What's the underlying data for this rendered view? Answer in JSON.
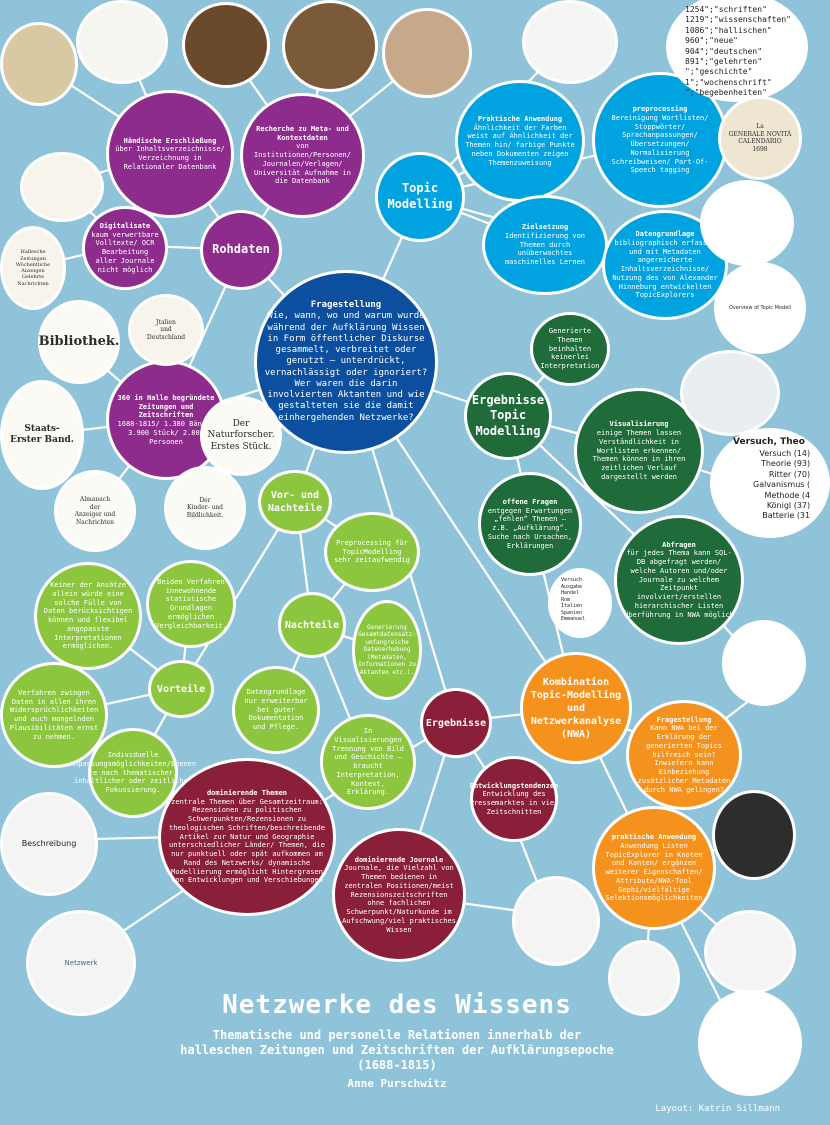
{
  "poster": {
    "title": "Netzwerke des Wissens",
    "subtitle": "Thematische und personelle Relationen innerhalb der\nhalleschen Zeitungen und Zeitschriften der Aufklärungsepoche\n(1688-1815)",
    "author": "Anne Purschwitz",
    "layout_credit": "Layout: Katrin Sillmann"
  },
  "colors": {
    "background": "#8fc3d9",
    "purple": "#8e2c8e",
    "blue": "#00a3e0",
    "navy": "#0b4f9e",
    "green": "#1f6b3a",
    "lime": "#8cc63f",
    "orange": "#f5921e",
    "maroon": "#8a1f3a"
  },
  "nodes": {
    "center": {
      "head": "Fragestellung",
      "body": "Wie, wann, wo und warum wurde während der Aufklärung Wissen in Form öffentlicher Diskurse gesammelt, verbreitet oder genutzt – unterdrückt, vernachlässigt oder ignoriert? Wer waren die darin involvierten Aktanten und wie gestalteten sie die damit einhergehenden Netzwerke?"
    },
    "rohdaten": {
      "label": "Rohdaten"
    },
    "erschliessung": {
      "head": "Händische Erschließung",
      "body": "über Inhaltsverzeichnisse/ Verzeichnung in Relationaler Datenbank"
    },
    "recherche": {
      "head": "Recherche zu Meta- und Kontextdaten",
      "body": "von Institutionen/Personen/ Journalen/Verlagen/ Universität Aufnahme in die Datenbank"
    },
    "digitalisate": {
      "head": "Digitalisate",
      "body": "kaum verwertbare Volltexte/ OCR Bearbeitung aller Journale nicht möglich"
    },
    "zeitungen": {
      "head": "360 in Halle begründete Zeitungen und Zeitschriften",
      "body": "1688-1815/ 1.380 Bände/ 3.900 Stück/ 2.800 Personen"
    },
    "topic": {
      "label": "Topic Modelling"
    },
    "praktische": {
      "head": "Praktische Anwendung",
      "body": "Ähnlichkeit der Farben weist auf Ähnlichkeit der Themen hin/ farbige Punkte neben Dokumenten zeigen Themenzuweisung"
    },
    "preprocessing": {
      "head": "preprocessing",
      "body": "Bereinigung Wortlisten/ Stoppwörter/ Sprachanpassungen/ Übersetzungen/ Normalisierung Schreibweisen/ Part-Of-Speech tagging"
    },
    "zielsetzung": {
      "head": "Zielsetzung",
      "body": "Identifizierung von Themen durch unüberwachtes maschinelles Lernen"
    },
    "datengrundlage": {
      "head": "Datengrundlage",
      "body": "bibliographisch erfasste und mit Metadaten angereicherte Inhaltsverzeichnisse/ Nutzung des von Alexander Hinneburg entwickelten TopicExplorers"
    },
    "ergebnisse_topic": {
      "label": "Ergebnisse Topic Modelling"
    },
    "generierte": {
      "head": "",
      "body": "Generierte Themen beinhalten keinerlei Interpretation"
    },
    "visualisierung": {
      "head": "Visualisierung",
      "body": "einige Themen lassen Verständlichkeit in Wortlisten erkennen/ Themen können in ihren zeitlichen Verlauf dargestellt werden"
    },
    "offene": {
      "head": "offene Fragen",
      "body": "entgegen Erwartungen „fehlen“ Themen – z.B. „Aufklärung“. Suche nach Ursachen, Erklärungen"
    },
    "abfragen": {
      "head": "Abfragen",
      "body": "für jedes Thema kann SQL-DB abgefragt werden/ welche Autoren und/oder Journale zu welchem Zeitpunkt involviert/erstellen hierarchischer Listen Überführung in NWA möglich"
    },
    "vornachteile": {
      "label": "Vor- und Nachteile"
    },
    "preproc_aufw": {
      "head": "",
      "body": "Preprocessing für TopicModelling sehr zeitaufwendig"
    },
    "nachteile": {
      "label": "Nachteile"
    },
    "generierung": {
      "head": "",
      "body": "Generierung Gesamtdatensatz: umfangreiche Datenerhebung (Metadaten, Informationen zu Aktanten etc.)."
    },
    "keiner": {
      "head": "",
      "body": "Keiner der Ansätze allein würde eine solche Fülle von Daten berücksichtigen können und flexibel angepasste Interpretationen ermöglichen."
    },
    "beide": {
      "head": "",
      "body": "Beiden Verfahren innewohnende statistische Grundlagen ermöglichen Vergleichbarkeit."
    },
    "vorteile": {
      "label": "Vorteile"
    },
    "verfahren": {
      "head": "",
      "body": "Verfahren zwingen Daten in allen ihren Widersprüchlichkeiten und auch mangelnden Plausibilitäten ernst zu nehmen."
    },
    "individuelle": {
      "head": "",
      "body": "Individuelle Anpassungsmöglichkeiten/Ebenen je nach thematischer, inhaltlicher oder zeitlicher Fokussierung."
    },
    "datengrundlage_nur": {
      "head": "",
      "body": "Datengrundlage nur erweiterbar bei guter Dokumentation und Pflege."
    },
    "invisualisierungen": {
      "head": "",
      "body": "In Visualisierungen Trennung von Bild und Geschichte – braucht Interpretation, Kontext, Erklärung."
    },
    "kombination": {
      "label": "Kombination Topic-Modelling und Netzwerkanalyse (NWA)"
    },
    "fragestellung_k": {
      "head": "Fragestellung",
      "body": "Kann NWA bei der Erklärung der generierten Topics hilfreich sein? Inwiefern kann Einbeziehung zusätzlicher Metadaten durch NWA gelingen?"
    },
    "praktische_k": {
      "head": "praktische Anwendung",
      "body": "Anwendung Listen TopicExplorer in Knoten und Kanten/ ergänzen weiterer Eigenschaften/ Attribute/NWA-Tool Gephi/vielfältige Selektionsmöglichkeiten"
    },
    "ergebnisse": {
      "label": "Ergebnisse"
    },
    "entwicklung": {
      "head": "Entwicklungstendenzen",
      "body": "Entwicklung des Pressemarktes in vier Zeitschnitten"
    },
    "dominierende_themen": {
      "head": "dominierende Themen",
      "body": "zentrale Themen über Gesamtzeitraum: Rezensionen zu politischen Schwerpunkten/Rezensionen zu theologischen Schriften/beschreibende Artikel zur Natur und Geographie unterschiedlicher Länder/ Themen, die nur punktuell oder spät aufkommen am Rand des Netzwerks/ dynamische Modellierung ermöglicht Hintergrasen von Entwicklungen und Verschiebungen"
    },
    "dominierende_journale": {
      "head": "dominierende Journale",
      "body": "Journale, die Vielzahl von Themen bedienen in zentralen Positionen/meist Rezensionszeitschriften ohne fachlichen Schwerpunkt/Naturkunde im Aufschwung/viel praktisches Wissen"
    }
  },
  "images": {
    "wordlist": "1254\";\"schriften\"\n1219\";\"wissenschaften\"\n1086\";\"hallischen\"\n960\";\"neue\"\n904\";\"deutschen\"\n891\";\"gelehrten\"\n\";\"geschichte\"\n1\";\"wochenschrift\"\n\";\"begebenheiten\"",
    "calendario": "La\nGENERALE NOVITÀ\nCALENDARIO\n1698",
    "bibliothek": "Bibliothek.",
    "naturforscher": "Der\nNaturforscher.\nErstes Stück.",
    "staatsanzeigen": "Staats-\nErster Band.",
    "fauna": "Jtalien\nund\nDeutschland",
    "anzeiger": "Almanach\nder\nAnzeiger und Nachrichten",
    "kinder": "Der\nKinder- und Bildlichkeit.",
    "chart_title": "Versuch, Theo",
    "chart_lines": "Versuch (14)\nTheorie (93)\nRitter (70)\nGalvanismus (\nMethode (4\nKönigl (37)\nBatterie (31",
    "topic_list": "Versuch\nAusgabe\nHandel\nRom\nItalien\nSpanien\nEmmanuel",
    "overview_text": "Overview of Topic Modell",
    "beschreibung": "Beschreibung",
    "journal_list": "Hallesche Zeitungen\nWöchentliche Anzeigen\nGelehrte Nachrichten",
    "network_label": "Netzwerk"
  }
}
